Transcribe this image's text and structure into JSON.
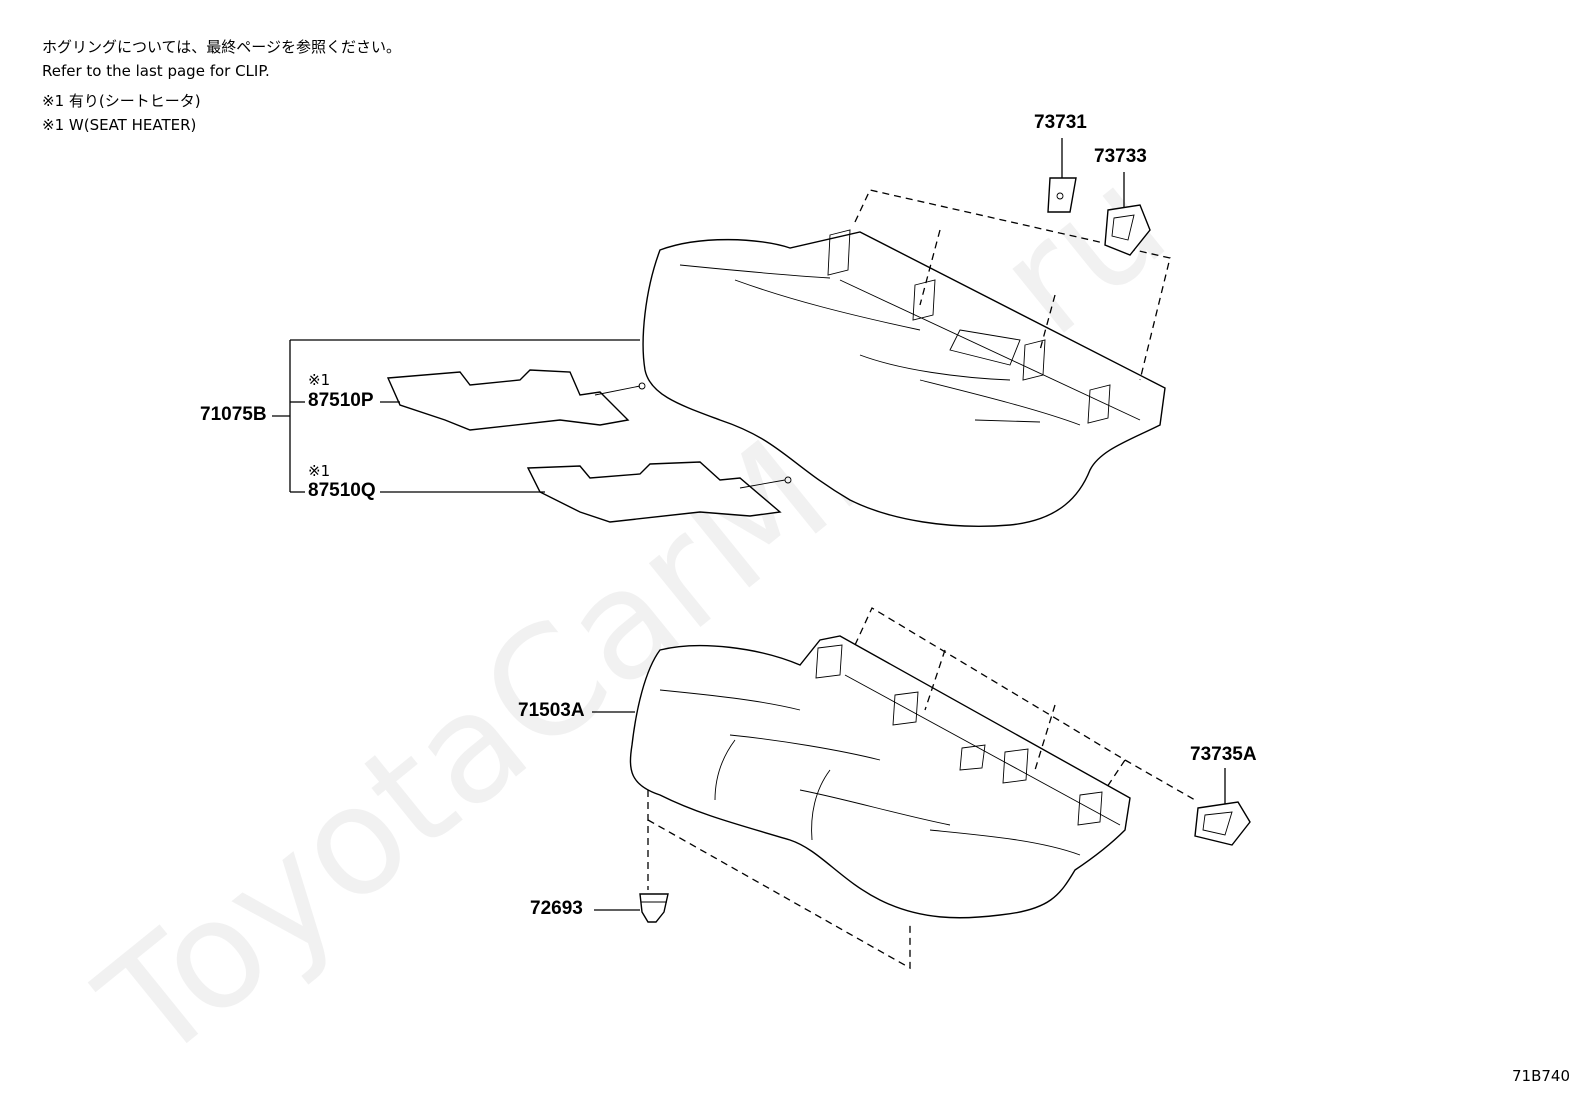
{
  "notes": {
    "line1": "ホグリングについては、最終ページを参照ください。",
    "line2": "Refer to the last page for CLIP.",
    "line3": "※1 有り(シートヒータ)",
    "line4": "※1 W(SEAT HEATER)"
  },
  "part_numbers": {
    "p73731": "73731",
    "p73733": "73733",
    "p71075B": "71075B",
    "p87510P": "87510P",
    "p87510Q": "87510Q",
    "p71503A": "71503A",
    "p73735A": "73735A",
    "p72693": "72693"
  },
  "marks": {
    "heater_mark_p": "※1",
    "heater_mark_q": "※1"
  },
  "watermark": "ToyotaCarMine.ru",
  "diagram_code": "71B740"
}
